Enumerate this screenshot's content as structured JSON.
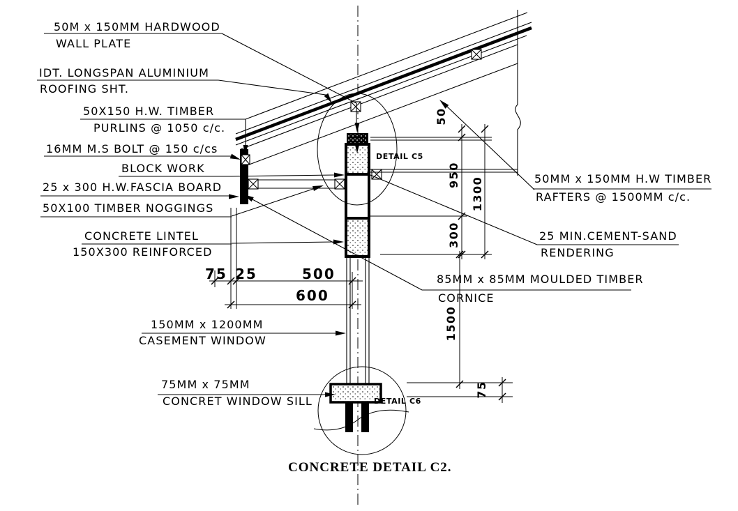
{
  "colors": {
    "ink": "#000000",
    "paper": "#ffffff"
  },
  "labels": {
    "wall_plate": [
      "50M x 150MM HARDWOOD",
      "WALL PLATE"
    ],
    "roofing_sheet": [
      "IDT. LONGSPAN ALUMINIUM",
      "ROOFING SHT."
    ],
    "purlins": [
      "50X150 H.W. TIMBER",
      "PURLINS @ 1050 c/c."
    ],
    "ms_bolt": [
      "16MM M.S BOLT @ 150 c/cs"
    ],
    "block_work": [
      "BLOCK WORK"
    ],
    "fascia_board": [
      "25 x 300 H.W.FASCIA BOARD"
    ],
    "noggings": [
      "50X100 TIMBER NOGGINGS"
    ],
    "lintel": [
      "CONCRETE LINTEL",
      "150X300 REINFORCED"
    ],
    "casement_window": [
      "150MM x 1200MM",
      "CASEMENT WINDOW"
    ],
    "window_sill": [
      "75MM x 75MM",
      "CONCRET WINDOW SILL"
    ],
    "rafters": [
      "50MM x 150MM H.W TIMBER",
      "RAFTERS @ 1500MM c/c."
    ],
    "rendering": [
      "25 MIN.CEMENT-SAND",
      "RENDERING"
    ],
    "cornice": [
      "85MM x 85MM MOULDED TIMBER",
      "CORNICE"
    ],
    "detail_c5": "DETAIL C5",
    "detail_c6": "DETAIL C6"
  },
  "dimensions": {
    "horizontal": {
      "d75": "75",
      "d25": "25",
      "d500": "500",
      "d600": "600"
    },
    "vertical": {
      "d50": "50",
      "d950": "950",
      "d300": "300",
      "d1300": "1300",
      "d1500": "1500",
      "d75_sill": "75"
    }
  },
  "title": "CONCRETE DETAIL C2."
}
